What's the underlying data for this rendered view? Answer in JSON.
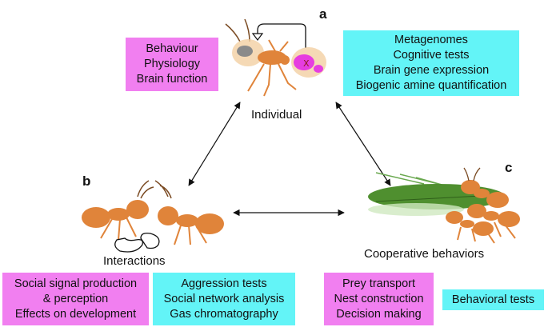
{
  "panels": {
    "a": {
      "letter": "a",
      "title": "Individual",
      "left_box": [
        "Behaviour",
        "Physiology",
        "Brain function"
      ],
      "right_box": [
        "Metagenomes",
        "Cognitive tests",
        "Brain gene expression",
        "Biogenic amine quantification"
      ]
    },
    "b": {
      "letter": "b",
      "title": "Interactions",
      "left_box": [
        "Social signal production",
        "& perception",
        "Effects on development"
      ],
      "right_box": [
        "Aggression tests",
        "Social network analysis",
        "Gas chromatography"
      ]
    },
    "c": {
      "letter": "c",
      "title": "Cooperative behaviors",
      "left_box": [
        "Prey transport",
        "Nest construction",
        "Decision making"
      ],
      "right_box": [
        "Behavioral tests"
      ]
    }
  },
  "colors": {
    "pink_box": "#f17ff0",
    "cyan_box": "#63f4f7",
    "ant": "#e0843a",
    "leaf": "#4f8f2f"
  }
}
